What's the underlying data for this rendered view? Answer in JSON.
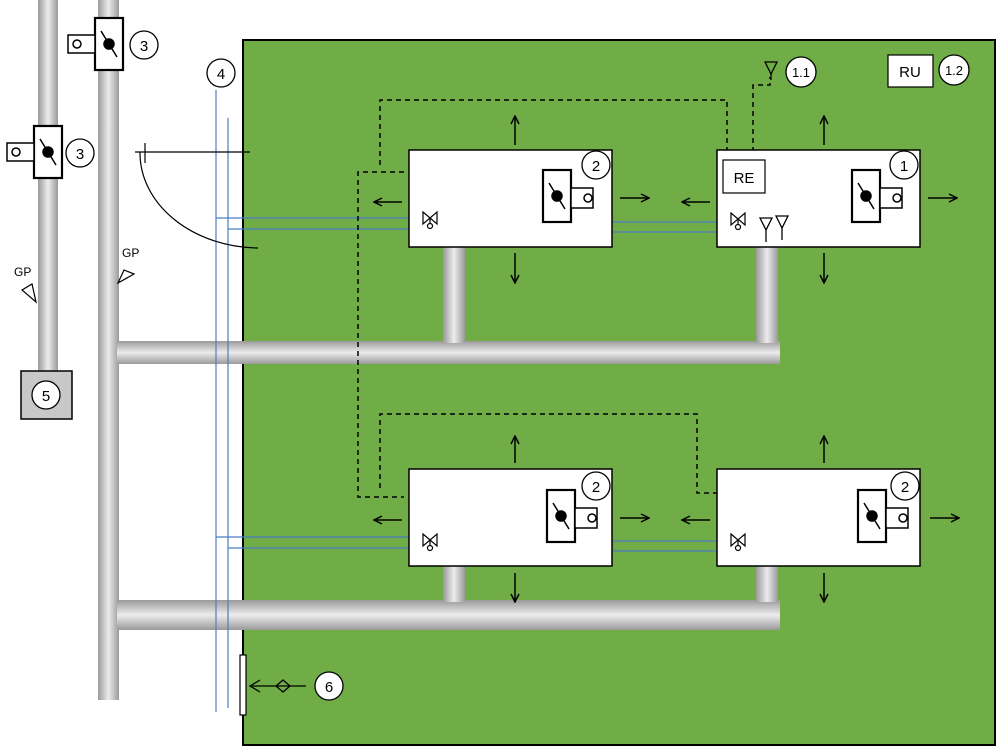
{
  "colors": {
    "room_fill": "#70ad47",
    "pipe_light": "#e6e6e6",
    "pipe_dark": "#9a9a9a",
    "water_line": "#4a7ec4",
    "outline": "#000000",
    "box_fill": "#ffffff",
    "device_fill": "#c8c8c8"
  },
  "labels": {
    "unit_1": "1",
    "unit_2a": "2",
    "unit_2b": "2",
    "unit_2c": "2",
    "re": "RE",
    "ru": "RU",
    "tag_1_1": "1.1",
    "tag_1_2": "1.2",
    "tag_3a": "3",
    "tag_3b": "3",
    "tag_4": "4",
    "tag_5": "5",
    "tag_6": "6",
    "gp_left": "GP",
    "gp_right": "GP"
  },
  "icons": {
    "damper": "fire-damper-icon",
    "valve": "valve-icon",
    "nozzle": "sprinkler-nozzle-icon",
    "antenna": "antenna-icon",
    "arrow": "airflow-arrow-icon"
  }
}
